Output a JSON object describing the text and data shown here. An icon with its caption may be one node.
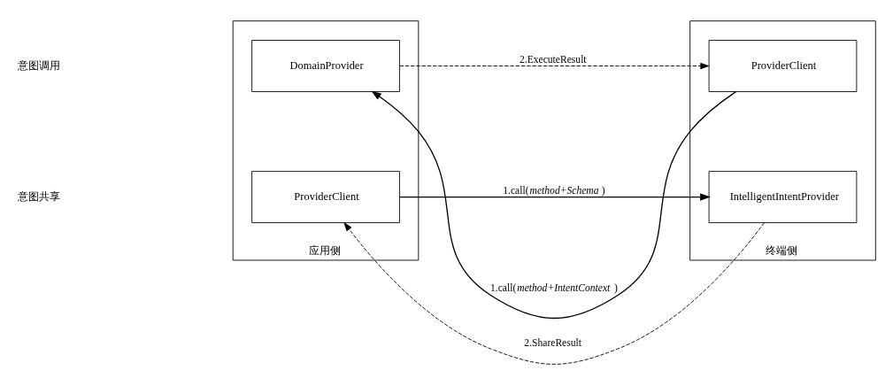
{
  "diagram": {
    "nodes": [
      {
        "text": [
          "应用侧"
        ]
      },
      {
        "text": [
          "DomainProvider"
        ],
        "in": 0
      },
      {
        "text": [
          "ProviderClient"
        ],
        "in": 0
      },
      {
        "text": [
          "终端侧"
        ]
      },
      {
        "text": [
          "ProviderClient"
        ],
        "in": 3
      },
      {
        "text": [
          "IntelligentIntentProvider"
        ],
        "in": 3
      }
    ],
    "edges": [
      {
        "from": 4,
        "to": 1,
        "arrow": "to",
        "label": "1.call(*method+IntentContext*)"
      },
      {
        "from": 1,
        "to": 4,
        "arrow": "to",
        "label": "2.ExecuteResult",
        "style": "dashed"
      },
      {
        "from": 2,
        "to": 5,
        "arrow": "to",
        "label": "1.call(*method+Schema*)"
      },
      {
        "from": 5,
        "to": 2,
        "arrow": "to",
        "label": "2.ShareResult",
        "style": "dashed"
      }
    ],
    "labels": [
      "意图调用",
      "意图共享"
    ]
  }
}
